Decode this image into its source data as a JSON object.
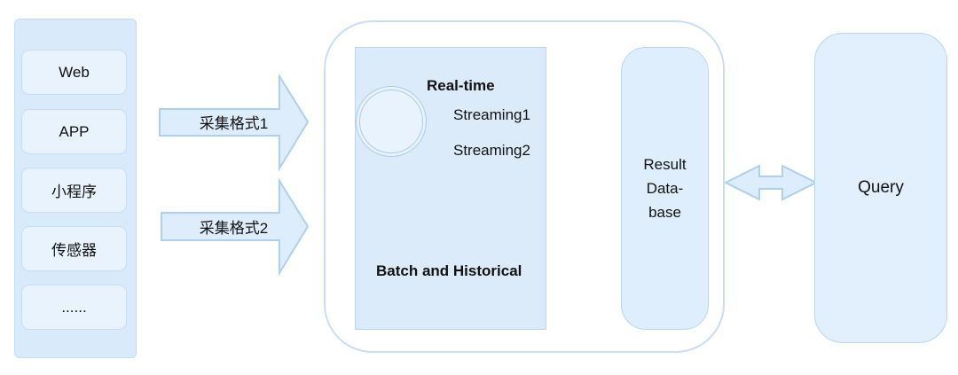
{
  "diagram_title": "data-collection-pipeline",
  "sources": {
    "items": [
      {
        "label": "Web"
      },
      {
        "label": "APP"
      },
      {
        "label": "小程序"
      },
      {
        "label": "传感器"
      },
      {
        "label": "......"
      }
    ]
  },
  "ingest_arrows": [
    {
      "label": "采集格式1"
    },
    {
      "label": "采集格式2"
    }
  ],
  "processing": {
    "realtime_title": "Real-time",
    "streams": [
      {
        "label": "Streaming1"
      },
      {
        "label": "Streaming2"
      }
    ],
    "batch_label": "Batch and Historical"
  },
  "result_db": {
    "lines": [
      "Result",
      "Data-",
      "base"
    ]
  },
  "query": {
    "label": "Query"
  },
  "colors": {
    "panel-fill": "#D9EAFB",
    "panel-border": "#C3DCF5",
    "node-fill": "#E8F3FD",
    "node-border": "#C6DEF5",
    "arrow-fill": "#DDEDFC",
    "arrow-stroke": "#AECFEE",
    "container-border": "#C9DEF5",
    "inner-fill": "#DCEBFA",
    "inner-border": "#B9D5F1",
    "circle-fill": "#E9F3FD",
    "circle-ring": "#A9CBEC",
    "result-fill": "#DFEEFC",
    "query-fill": "#E2EFFC"
  }
}
